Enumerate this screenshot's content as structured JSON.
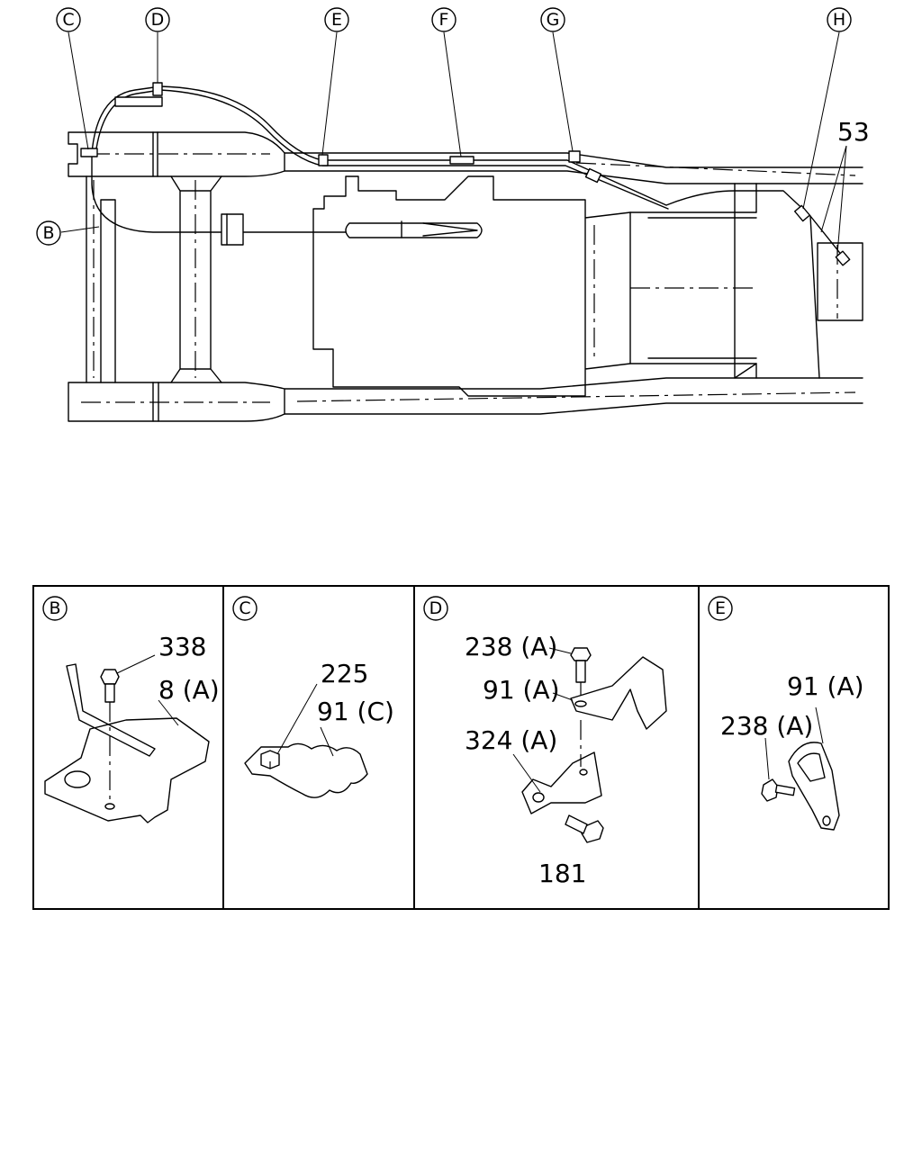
{
  "main_view": {
    "callouts": {
      "C": "C",
      "D": "D",
      "E": "E",
      "F": "F",
      "G": "G",
      "H": "H",
      "B": "B"
    },
    "part_53": "53"
  },
  "panels": {
    "B": {
      "tag": "B",
      "labels": {
        "bolt": "338",
        "bracket": "8 (A)"
      }
    },
    "C": {
      "tag": "C",
      "labels": {
        "nut": "225",
        "clip": "91 (C)"
      }
    },
    "D": {
      "tag": "D",
      "labels": {
        "bolt_top": "238 (A)",
        "clip": "91 (A)",
        "bracket": "324 (A)",
        "bolt_bottom": "181"
      }
    },
    "E": {
      "tag": "E",
      "labels": {
        "clip": "91 (A)",
        "bolt": "238 (A)"
      }
    }
  }
}
